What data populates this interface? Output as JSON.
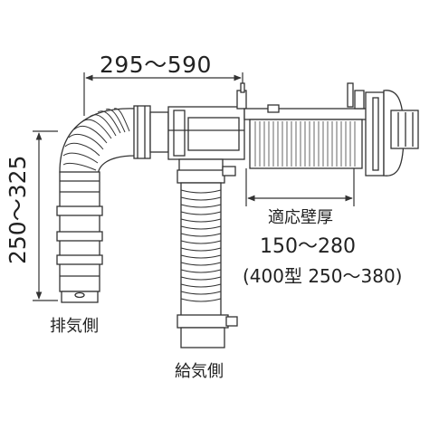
{
  "dimensions": {
    "horizontal": "295～590",
    "vertical": "250～325"
  },
  "labels": {
    "exhaust_side": "排気側",
    "intake_side": "給気側",
    "wall_title": "適応壁厚",
    "wall_range": "150～280",
    "wall_range_400": "(400型 250～380)"
  },
  "colors": {
    "line": "#333333",
    "pipe_fill": "#ffffff",
    "hatch": "#555555"
  }
}
